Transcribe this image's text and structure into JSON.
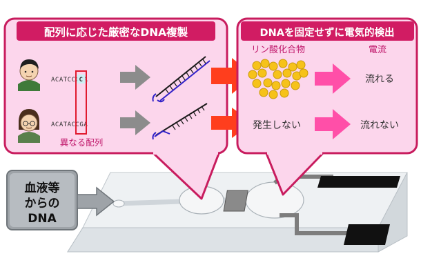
{
  "colors": {
    "panel_fill": "#fcd6ec",
    "panel_border": "#c81c5e",
    "title_bg": "#d11c63",
    "title_text": "#ffffff",
    "gray_arrow": "#8c8c8c",
    "red_arrow": "#ff3e1d",
    "pink_arrow": "#ff4fa8",
    "dna_blue": "#3020c8",
    "phosphate": "#f6c21a",
    "accent_text": "#c0186b",
    "highlight_box": "#e0192e",
    "chip_base": "#e9ecef",
    "electrode": "#808080"
  },
  "left_panel": {
    "title": "配列に応じた厳密なDNA複製",
    "sequence_top": "ACATCCCGA",
    "sequence_bottom": "ACATACCGA",
    "highlight_top": "C",
    "highlight_bottom": "A",
    "diff_label": "異なる配列"
  },
  "right_panel": {
    "title": "DNAを固定せずに電気的検出",
    "phosphate_label": "リン酸化合物",
    "current_label": "電流",
    "flows_label": "流れる",
    "not_generated_label": "発生しない",
    "no_flow_label": "流れない"
  },
  "input_box": {
    "line1": "血液等",
    "line2": "からの",
    "line3": "DNA"
  },
  "icons": {
    "person_male": "person-male-icon",
    "person_female": "person-female-icon",
    "dna_strand": "dna-strand-icon",
    "phosphate_cluster": "phosphate-cluster-icon",
    "chip": "microfluidic-chip-icon"
  }
}
